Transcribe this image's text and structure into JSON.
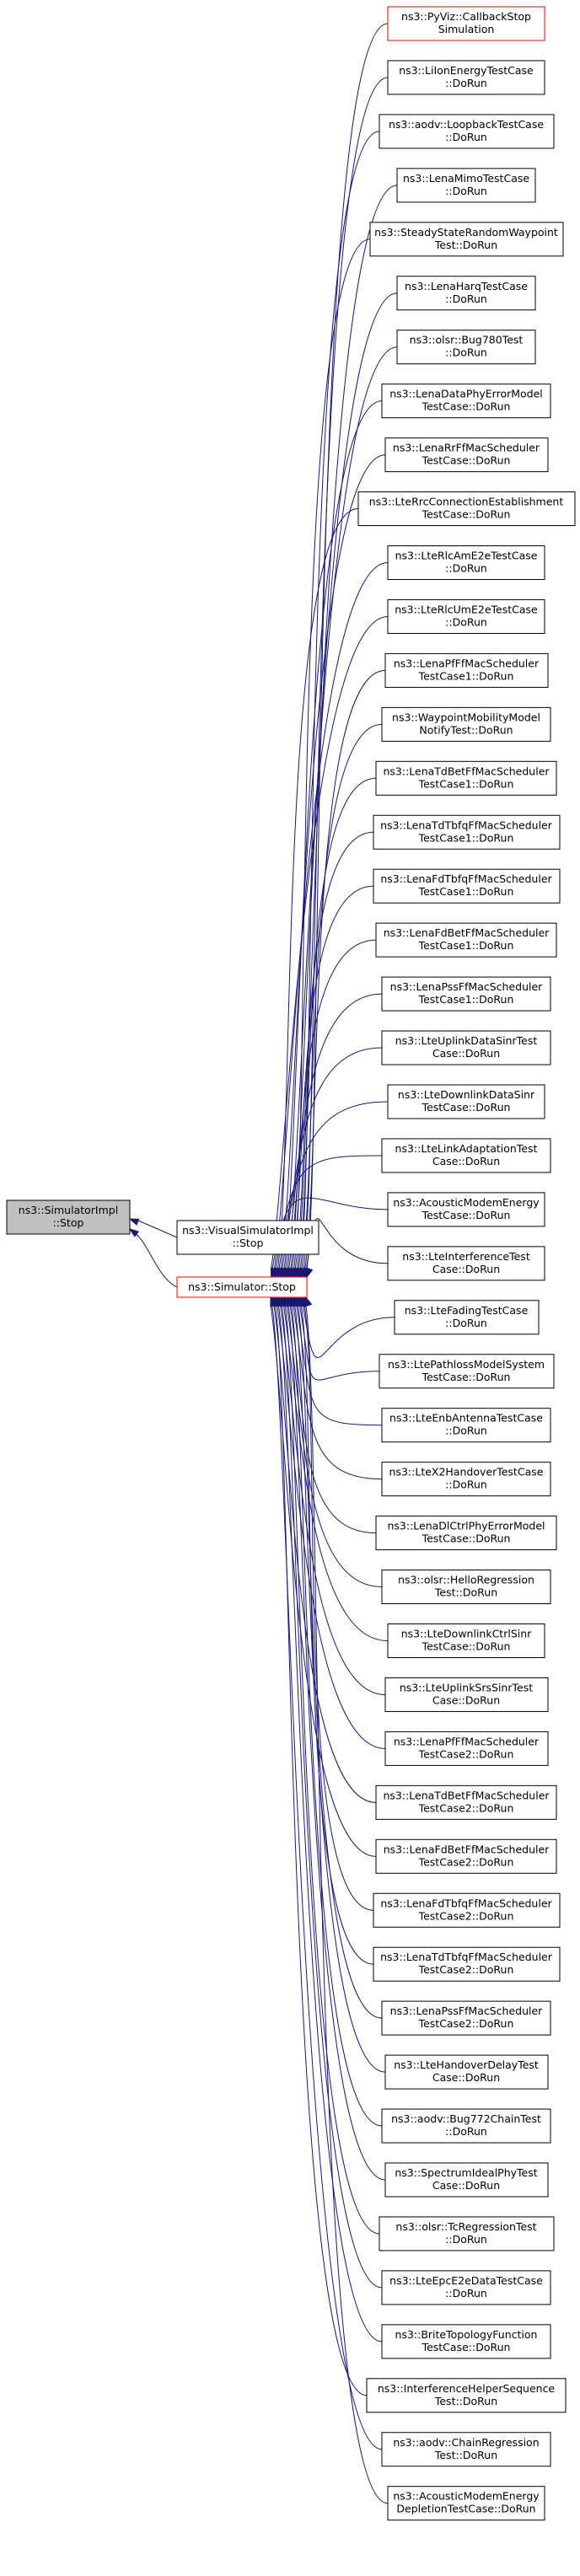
{
  "colors": {
    "edge": "#191970",
    "node_border": "#000000",
    "highlight_border": "#ff0000",
    "root_fill": "#c0c0c0",
    "node_fill": "#ffffff"
  },
  "root": {
    "lines": [
      "ns3::SimulatorImpl",
      "::Stop"
    ]
  },
  "visual": {
    "lines": [
      "ns3::VisualSimulatorImpl",
      "::Stop"
    ]
  },
  "stop": {
    "lines": [
      "ns3::Simulator::Stop"
    ]
  },
  "callers": [
    {
      "lines": [
        "ns3::PyViz::CallbackStop",
        "Simulation"
      ],
      "highlight": true
    },
    {
      "lines": [
        "ns3::LiIonEnergyTestCase",
        "::DoRun"
      ]
    },
    {
      "lines": [
        "ns3::aodv::LoopbackTestCase",
        "::DoRun"
      ]
    },
    {
      "lines": [
        "ns3::LenaMimoTestCase",
        "::DoRun"
      ]
    },
    {
      "lines": [
        "ns3::SteadyStateRandomWaypoint",
        "Test::DoRun"
      ]
    },
    {
      "lines": [
        "ns3::LenaHarqTestCase",
        "::DoRun"
      ]
    },
    {
      "lines": [
        "ns3::olsr::Bug780Test",
        "::DoRun"
      ]
    },
    {
      "lines": [
        "ns3::LenaDataPhyErrorModel",
        "TestCase::DoRun"
      ]
    },
    {
      "lines": [
        "ns3::LenaRrFfMacScheduler",
        "TestCase::DoRun"
      ]
    },
    {
      "lines": [
        "ns3::LteRrcConnectionEstablishment",
        "TestCase::DoRun"
      ]
    },
    {
      "lines": [
        "ns3::LteRlcAmE2eTestCase",
        "::DoRun"
      ]
    },
    {
      "lines": [
        "ns3::LteRlcUmE2eTestCase",
        "::DoRun"
      ]
    },
    {
      "lines": [
        "ns3::LenaPfFfMacScheduler",
        "TestCase1::DoRun"
      ]
    },
    {
      "lines": [
        "ns3::WaypointMobilityModel",
        "NotifyTest::DoRun"
      ]
    },
    {
      "lines": [
        "ns3::LenaTdBetFfMacScheduler",
        "TestCase1::DoRun"
      ]
    },
    {
      "lines": [
        "ns3::LenaTdTbfqFfMacScheduler",
        "TestCase1::DoRun"
      ]
    },
    {
      "lines": [
        "ns3::LenaFdTbfqFfMacScheduler",
        "TestCase1::DoRun"
      ]
    },
    {
      "lines": [
        "ns3::LenaFdBetFfMacScheduler",
        "TestCase1::DoRun"
      ]
    },
    {
      "lines": [
        "ns3::LenaPssFfMacScheduler",
        "TestCase1::DoRun"
      ]
    },
    {
      "lines": [
        "ns3::LteUplinkDataSinrTest",
        "Case::DoRun"
      ]
    },
    {
      "lines": [
        "ns3::LteDownlinkDataSinr",
        "TestCase::DoRun"
      ]
    },
    {
      "lines": [
        "ns3::LteLinkAdaptationTest",
        "Case::DoRun"
      ]
    },
    {
      "lines": [
        "ns3::AcousticModemEnergy",
        "TestCase::DoRun"
      ]
    },
    {
      "lines": [
        "ns3::LteInterferenceTest",
        "Case::DoRun"
      ]
    },
    {
      "lines": [
        "ns3::LteFadingTestCase",
        "::DoRun"
      ]
    },
    {
      "lines": [
        "ns3::LtePathlossModelSystem",
        "TestCase::DoRun"
      ]
    },
    {
      "lines": [
        "ns3::LteEnbAntennaTestCase",
        "::DoRun"
      ]
    },
    {
      "lines": [
        "ns3::LteX2HandoverTestCase",
        "::DoRun"
      ]
    },
    {
      "lines": [
        "ns3::LenaDlCtrlPhyErrorModel",
        "TestCase::DoRun"
      ]
    },
    {
      "lines": [
        "ns3::olsr::HelloRegression",
        "Test::DoRun"
      ]
    },
    {
      "lines": [
        "ns3::LteDownlinkCtrlSinr",
        "TestCase::DoRun"
      ]
    },
    {
      "lines": [
        "ns3::LteUplinkSrsSinrTest",
        "Case::DoRun"
      ]
    },
    {
      "lines": [
        "ns3::LenaPfFfMacScheduler",
        "TestCase2::DoRun"
      ]
    },
    {
      "lines": [
        "ns3::LenaTdBetFfMacScheduler",
        "TestCase2::DoRun"
      ]
    },
    {
      "lines": [
        "ns3::LenaFdBetFfMacScheduler",
        "TestCase2::DoRun"
      ]
    },
    {
      "lines": [
        "ns3::LenaFdTbfqFfMacScheduler",
        "TestCase2::DoRun"
      ]
    },
    {
      "lines": [
        "ns3::LenaTdTbfqFfMacScheduler",
        "TestCase2::DoRun"
      ]
    },
    {
      "lines": [
        "ns3::LenaPssFfMacScheduler",
        "TestCase2::DoRun"
      ]
    },
    {
      "lines": [
        "ns3::LteHandoverDelayTest",
        "Case::DoRun"
      ]
    },
    {
      "lines": [
        "ns3::aodv::Bug772ChainTest",
        "::DoRun"
      ]
    },
    {
      "lines": [
        "ns3::SpectrumIdealPhyTest",
        "Case::DoRun"
      ]
    },
    {
      "lines": [
        "ns3::olsr::TcRegressionTest",
        "::DoRun"
      ]
    },
    {
      "lines": [
        "ns3::LteEpcE2eDataTestCase",
        "::DoRun"
      ]
    },
    {
      "lines": [
        "ns3::BriteTopologyFunction",
        "TestCase::DoRun"
      ]
    },
    {
      "lines": [
        "ns3::InterferenceHelperSequence",
        "Test::DoRun"
      ]
    },
    {
      "lines": [
        "ns3::aodv::ChainRegression",
        "Test::DoRun"
      ]
    },
    {
      "lines": [
        "ns3::AcousticModemEnergy",
        "DepletionTestCase::DoRun"
      ]
    }
  ]
}
